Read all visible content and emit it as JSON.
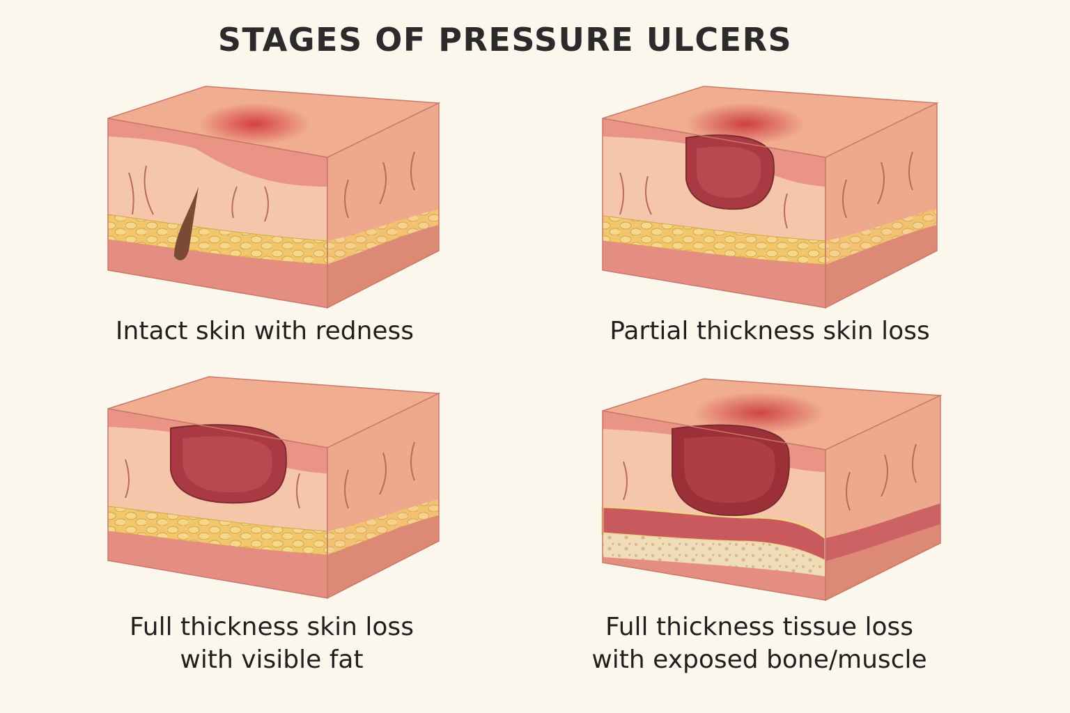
{
  "title": "STAGES OF PRESSURE ULCERS",
  "stages": [
    {
      "caption_lines": [
        "Intact skin with redness"
      ]
    },
    {
      "caption_lines": [
        "Partial thickness skin loss"
      ]
    },
    {
      "caption_lines": [
        "Full thickness skin loss",
        "with visible fat"
      ]
    },
    {
      "caption_lines": [
        "Full thickness tissue loss",
        "with exposed bone/muscle"
      ]
    }
  ],
  "colors": {
    "background": "#fcf7ec",
    "skin_top": "#f1ad90",
    "epidermis": "#e99484",
    "dermis": "#f6c6aa",
    "fat": "#f1c66c",
    "muscle": "#e48e82",
    "side_shade": "#dc8a76",
    "wound": "#b7434c",
    "bone": "#f1dcb9"
  }
}
